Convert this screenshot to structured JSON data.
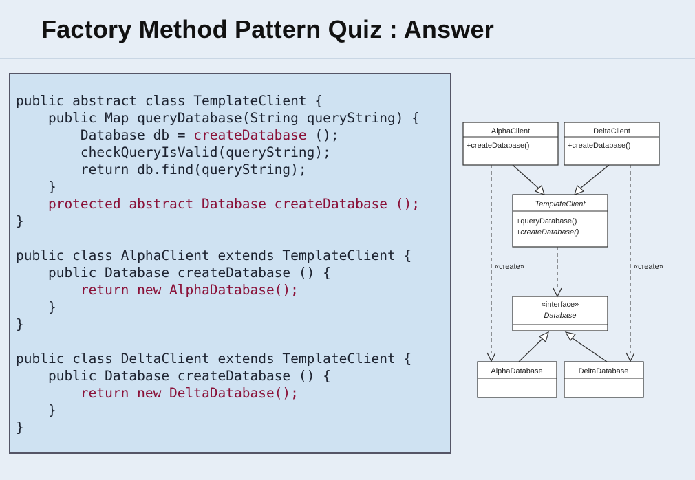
{
  "slide": {
    "title": "Factory Method Pattern Quiz : Answer"
  },
  "code": {
    "lines": [
      [
        {
          "t": "public abstract class TemplateClient {"
        }
      ],
      [
        {
          "t": "    public Map queryDatabase(String queryString) {"
        }
      ],
      [
        {
          "t": "        Database db = "
        },
        {
          "t": "createDatabase",
          "hl": true
        },
        {
          "t": " ();"
        }
      ],
      [
        {
          "t": "        checkQueryIsValid(queryString);"
        }
      ],
      [
        {
          "t": "        return db.find(queryString);"
        }
      ],
      [
        {
          "t": "    }"
        }
      ],
      [
        {
          "t": "    protected abstract Database createDatabase ();",
          "hl": true
        }
      ],
      [
        {
          "t": "}"
        }
      ],
      [],
      [
        {
          "t": "public class AlphaClient extends TemplateClient {"
        }
      ],
      [
        {
          "t": "    public Database createDatabase () {"
        }
      ],
      [
        {
          "t": "        return new AlphaDatabase();",
          "hl": true
        }
      ],
      [
        {
          "t": "    }"
        }
      ],
      [
        {
          "t": "}"
        }
      ],
      [],
      [
        {
          "t": "public class DeltaClient extends TemplateClient {"
        }
      ],
      [
        {
          "t": "    public Database createDatabase () {"
        }
      ],
      [
        {
          "t": "        return new DeltaDatabase();",
          "hl": true
        }
      ],
      [
        {
          "t": "    }"
        }
      ],
      [
        {
          "t": "}"
        }
      ]
    ]
  },
  "diagram": {
    "alpha_client": {
      "name": "AlphaClient",
      "op": "+createDatabase()"
    },
    "delta_client": {
      "name": "DeltaClient",
      "op": "+createDatabase()"
    },
    "template_client": {
      "name": "TemplateClient",
      "op1": "+queryDatabase()",
      "op2": "+createDatabase()"
    },
    "database": {
      "stereotype": "«interface»",
      "name": "Database"
    },
    "alpha_database": {
      "name": "AlphaDatabase"
    },
    "delta_database": {
      "name": "DeltaDatabase"
    },
    "create_left": "«create»",
    "create_right": "«create»"
  },
  "colors": {
    "background": "#e7eef6",
    "code_panel": "#cfe2f2",
    "keyword_highlight": "#8a1138"
  }
}
